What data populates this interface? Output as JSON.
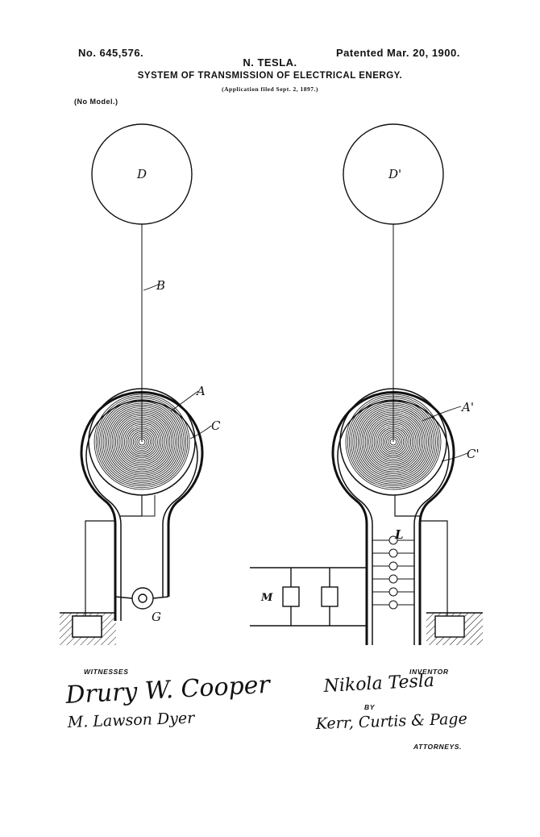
{
  "header": {
    "patent_number": "No. 645,576.",
    "patent_date": "Patented Mar. 20, 1900.",
    "inventor": "N. TESLA.",
    "title": "SYSTEM OF TRANSMISSION OF ELECTRICAL ENERGY.",
    "application": "(Application filed Sept. 2, 1897.)",
    "model_note": "(No Model.)"
  },
  "figure_labels": {
    "terminal_left": "D",
    "terminal_right": "D'",
    "conductor": "B",
    "coil_left": "A",
    "coil_right": "A'",
    "primary_left": "C",
    "primary_right": "C'",
    "generator": "G",
    "lamps": "L",
    "motors": "M"
  },
  "footer": {
    "witnesses_label": "WITNESSES",
    "inventor_label": "INVENTOR",
    "by_label": "BY",
    "attorneys_label": "ATTORNEYS.",
    "witness_signature_1": "Drury W. Cooper",
    "witness_signature_2": "M. Lawson Dyer",
    "inventor_signature": "Nikola Tesla",
    "attorneys_signature": "Kerr, Curtis & Page"
  }
}
